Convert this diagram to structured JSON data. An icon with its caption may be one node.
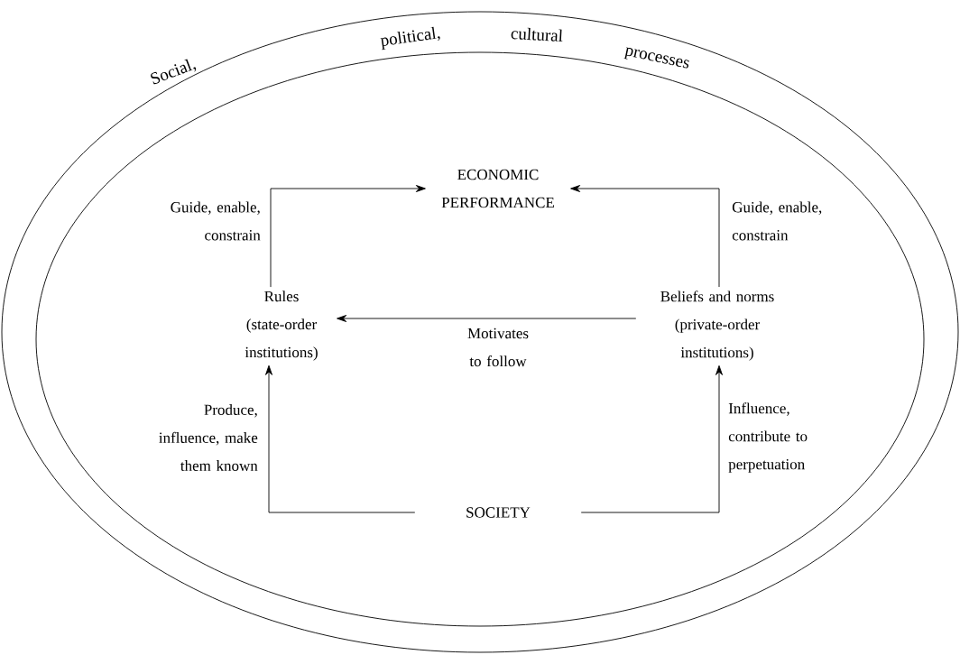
{
  "diagram": {
    "nodes": [
      {
        "text": [
          "ECONOMIC PERFORMANCE"
        ]
      },
      {
        "text": [
          "Rules (state-order institutions)"
        ]
      },
      {
        "text": [
          "Beliefs and norms (private-order institutions)"
        ]
      },
      {
        "text": [
          "SOCIETY"
        ]
      }
    ],
    "edges": [
      {
        "from": 1,
        "to": 0,
        "arrow": "to",
        "label": "Guide, enable, constrain"
      },
      {
        "from": 2,
        "to": 0,
        "arrow": "to",
        "label": "Guide, enable, constrain"
      },
      {
        "from": 2,
        "to": 1,
        "arrow": "to",
        "label": "Motivates to follow"
      },
      {
        "from": 3,
        "to": 1,
        "arrow": "to",
        "label": "Produce, influence, make them known"
      },
      {
        "from": 3,
        "to": 2,
        "arrow": "to",
        "label": "Influence, contribute to perpetuation"
      }
    ],
    "labels": [
      "Social,",
      "political,",
      "cultural",
      "processes"
    ]
  }
}
